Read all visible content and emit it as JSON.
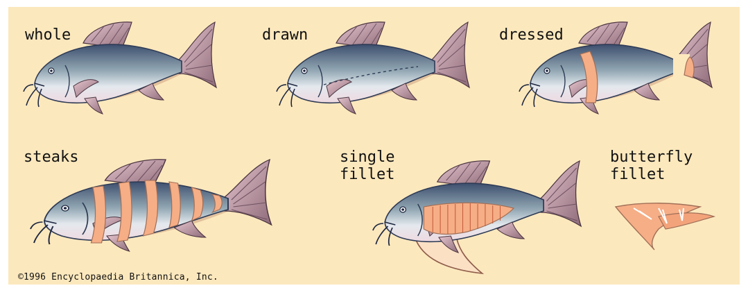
{
  "panels": {
    "whole": {
      "label": "whole"
    },
    "drawn": {
      "label": "drawn"
    },
    "dressed": {
      "label": "dressed"
    },
    "steaks": {
      "label": "steaks"
    },
    "single_fillet": {
      "label": "single\nfillet"
    },
    "butterfly_fillet": {
      "label": "butterfly\nfillet"
    }
  },
  "credit": "©1996 Encyclopaedia Britannica, Inc.",
  "colors": {
    "background": "#fce8bd",
    "skin_dark": "#3d4f6e",
    "skin_mid": "#93a8b4",
    "belly": "#ebdde3",
    "fin": "#b58d99",
    "flesh": "#f6ae86",
    "shadow": "#a06f58"
  }
}
